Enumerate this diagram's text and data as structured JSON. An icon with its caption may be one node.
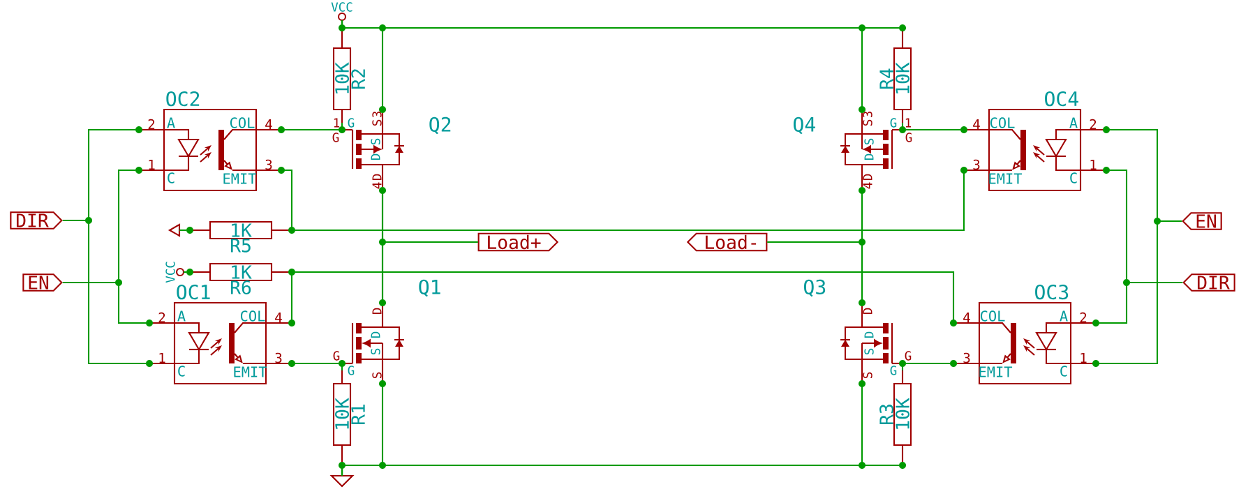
{
  "diagram": {
    "nodes": [
      {
        "text": [
          "VCC"
        ]
      },
      {
        "text": [
          "10K"
        ],
        "beside": [
          "R2"
        ]
      },
      {
        "text": [
          "10K"
        ],
        "beside": [
          "R4"
        ]
      },
      {
        "text": [
          "OC2",
          "A",
          "C",
          "COL",
          "EMIT"
        ],
        "beside": [
          "2",
          "1",
          "4",
          "3"
        ]
      },
      {
        "text": [
          "G",
          "S",
          "D",
          "3",
          "S",
          "4",
          "D"
        ],
        "beside": [
          "Q2",
          "1",
          "G"
        ]
      },
      {
        "text": [
          "G",
          "S",
          "D",
          "3",
          "S",
          "4",
          "D"
        ],
        "beside": [
          "Q4",
          "1",
          "G"
        ]
      },
      {
        "text": [
          "OC4",
          "A",
          "C",
          "COL",
          "EMIT"
        ],
        "beside": [
          "2",
          "1",
          "4",
          "3"
        ]
      },
      {
        "text": [
          "DIR"
        ]
      },
      {
        "text": [
          "EN"
        ]
      },
      {
        "text": [
          "1K"
        ],
        "beside": [
          "R5"
        ]
      },
      {
        "text": [],
        "shape": "triangle"
      },
      {
        "text": [
          "Load+"
        ]
      },
      {
        "text": [
          "Load-"
        ]
      },
      {
        "text": [
          "VCC"
        ]
      },
      {
        "text": [
          "1K"
        ],
        "beside": [
          "R6"
        ]
      },
      {
        "text": [
          "EN"
        ]
      },
      {
        "text": [
          "DIR"
        ]
      },
      {
        "text": [
          "OC1",
          "A",
          "C",
          "COL",
          "EMIT"
        ],
        "beside": [
          "2",
          "1",
          "4",
          "3"
        ]
      },
      {
        "text": [
          "G",
          "S",
          "D",
          "D",
          "S"
        ],
        "beside": [
          "Q1",
          "G"
        ]
      },
      {
        "text": [
          "OC3",
          "A",
          "C",
          "COL",
          "EMIT"
        ],
        "beside": [
          "2",
          "1",
          "4",
          "3"
        ]
      },
      {
        "text": [
          "G",
          "S",
          "D",
          "D",
          "S"
        ],
        "beside": [
          "Q3",
          "G"
        ]
      },
      {
        "text": [
          "10K"
        ],
        "beside": [
          "R1"
        ]
      },
      {
        "text": [
          "10K"
        ],
        "beside": [
          "R3"
        ]
      },
      {
        "text": [],
        "shape": "triangle"
      }
    ],
    "edges": [
      {
        "from": 0,
        "to": 1,
        "arrow": "none"
      },
      {
        "from": 0,
        "to": 4,
        "arrow": "none"
      },
      {
        "from": 0,
        "to": 2,
        "arrow": "none"
      },
      {
        "from": 0,
        "to": 5,
        "arrow": "none"
      },
      {
        "from": 1,
        "to": 4,
        "arrow": "none"
      },
      {
        "from": 3,
        "to": 4,
        "arrow": "none"
      },
      {
        "from": 2,
        "to": 5,
        "arrow": "none"
      },
      {
        "from": 6,
        "to": 5,
        "arrow": "none"
      },
      {
        "from": 7,
        "to": 3,
        "arrow": "none"
      },
      {
        "from": 7,
        "to": 17,
        "arrow": "none"
      },
      {
        "from": 8,
        "to": 6,
        "arrow": "none"
      },
      {
        "from": 8,
        "to": 19,
        "arrow": "none"
      },
      {
        "from": 10,
        "to": 9,
        "arrow": "none"
      },
      {
        "from": 9,
        "to": 3,
        "arrow": "none"
      },
      {
        "from": 9,
        "to": 6,
        "arrow": "none"
      },
      {
        "from": 11,
        "to": 4,
        "arrow": "none"
      },
      {
        "from": 11,
        "to": 18,
        "arrow": "none"
      },
      {
        "from": 4,
        "to": 18,
        "arrow": "none"
      },
      {
        "from": 12,
        "to": 5,
        "arrow": "none"
      },
      {
        "from": 12,
        "to": 20,
        "arrow": "none"
      },
      {
        "from": 5,
        "to": 20,
        "arrow": "none"
      },
      {
        "from": 13,
        "to": 14,
        "arrow": "none"
      },
      {
        "from": 14,
        "to": 17,
        "arrow": "none"
      },
      {
        "from": 14,
        "to": 19,
        "arrow": "none"
      },
      {
        "from": 15,
        "to": 3,
        "arrow": "none"
      },
      {
        "from": 15,
        "to": 17,
        "arrow": "none"
      },
      {
        "from": 16,
        "to": 6,
        "arrow": "none"
      },
      {
        "from": 16,
        "to": 19,
        "arrow": "none"
      },
      {
        "from": 17,
        "to": 18,
        "arrow": "none"
      },
      {
        "from": 21,
        "to": 18,
        "arrow": "none"
      },
      {
        "from": 19,
        "to": 20,
        "arrow": "none"
      },
      {
        "from": 22,
        "to": 20,
        "arrow": "none"
      },
      {
        "from": 21,
        "to": 23,
        "arrow": "none"
      },
      {
        "from": 18,
        "to": 23,
        "arrow": "none"
      },
      {
        "from": 20,
        "to": 23,
        "arrow": "none"
      },
      {
        "from": 22,
        "to": 23,
        "arrow": "none"
      }
    ]
  }
}
